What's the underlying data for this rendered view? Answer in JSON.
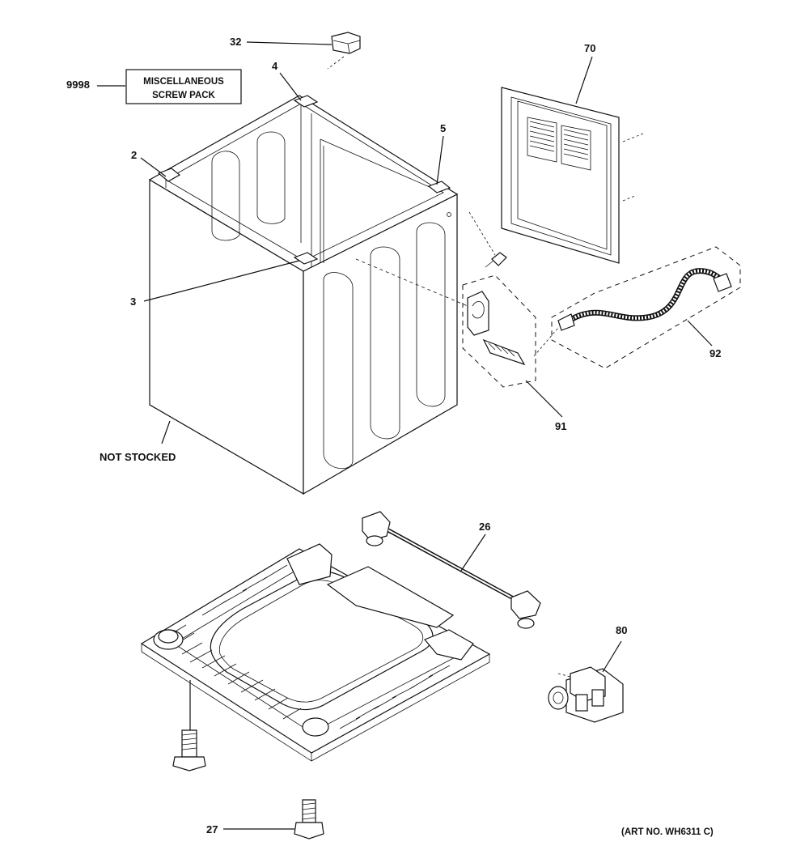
{
  "labels": {
    "p32": "32",
    "p4": "4",
    "p9998": "9998",
    "screw_pack_line1": "MISCELLANEOUS",
    "screw_pack_line2": "SCREW PACK",
    "p70": "70",
    "p2": "2",
    "p5": "5",
    "p3": "3",
    "p92": "92",
    "p91": "91",
    "not_stocked": "NOT STOCKED",
    "p26": "26",
    "p80": "80",
    "p27": "27",
    "art_no": "(ART NO. WH6311 C)"
  }
}
